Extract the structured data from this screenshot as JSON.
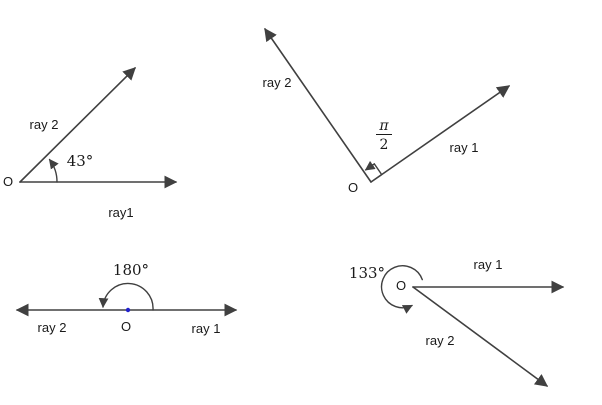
{
  "colors": {
    "stroke": "#404040",
    "vertex_point": "#2222cc",
    "background": "#ffffff",
    "text": "#1a1a1a"
  },
  "figures": {
    "acute": {
      "vertex": "O",
      "angle": "43°",
      "ray1": "ray1",
      "ray2": "ray 2"
    },
    "right": {
      "vertex": "O",
      "angle_numerator": "π",
      "angle_denominator": "2",
      "ray1": "ray 1",
      "ray2": "ray 2"
    },
    "straight": {
      "vertex": "O",
      "angle": "180°",
      "ray1": "ray 1",
      "ray2": "ray 2"
    },
    "reflex": {
      "vertex": "O",
      "angle": "133°",
      "ray1": "ray 1",
      "ray2": "ray 2"
    }
  }
}
